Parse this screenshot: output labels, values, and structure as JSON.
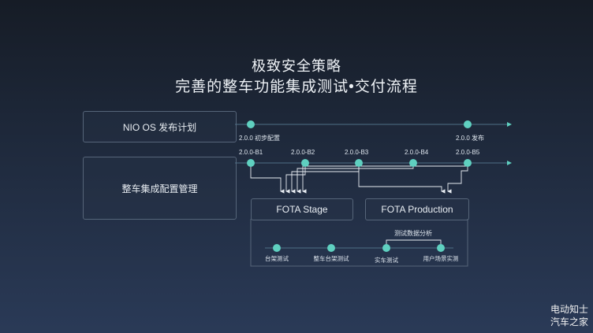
{
  "title": {
    "line1": "极致安全策略",
    "line2": "完善的整车功能集成测试•交付流程"
  },
  "left_boxes": {
    "release_plan": "NIO OS 发布计划",
    "config_mgmt": "整车集成配置管理"
  },
  "release_timeline": {
    "start_label": "2.0.0 初步配置",
    "end_label": "2.0.0 发布"
  },
  "builds": [
    "2.0.0-B1",
    "2.0.0-B2",
    "2.0.0-B3",
    "2.0.0-B4",
    "2.0.0-B5"
  ],
  "fota": {
    "stage": "FOTA Stage",
    "production": "FOTA Production"
  },
  "test_steps": [
    "台架测试",
    "整车台架测试",
    "实车测试",
    "用户场景实测"
  ],
  "test_group_label": "测试数据分析",
  "watermark": {
    "line1": "电动知士",
    "line2": "汽车之家"
  },
  "colors": {
    "accent": "#5fd0c0",
    "line": "#4f6f86",
    "connector": "#e8edf2",
    "border": "#566579"
  }
}
